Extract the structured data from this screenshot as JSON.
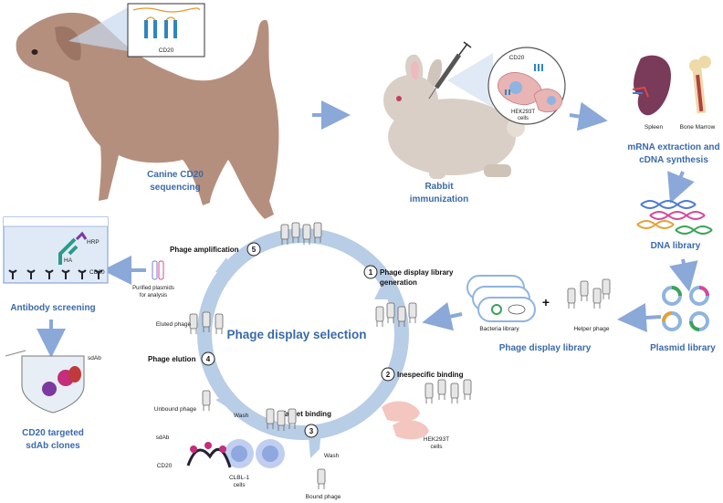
{
  "colors": {
    "title_blue": "#3a6aaa",
    "arrow_blue": "#8aa8d8",
    "cycle_blue": "#b8cde6",
    "dog": "#b58f7e",
    "rabbit": "#d9cfc6"
  },
  "top_row": {
    "cd20_inset_label": "CD20",
    "canine_line1": "Canine CD20",
    "canine_line2": "sequencing",
    "rabbit_line1": "Rabbit",
    "rabbit_line2": "immunization",
    "inset_cd20": "CD20",
    "inset_cells_line1": "HEK293T",
    "inset_cells_line2": "cells",
    "spleen": "Spleen",
    "bone_marrow": "Bone Marrow",
    "mrna_line1": "mRNA extraction and",
    "mrna_line2": "cDNA synthesis",
    "dna_library": "DNA library",
    "plasmid_library": "Plasmid library"
  },
  "middle": {
    "bacteria_library": "Bacteria library",
    "plus": "+",
    "helper_phage": "Helper phage",
    "phage_display_library": "Phage display library"
  },
  "cycle": {
    "center_title": "Phage display selection",
    "steps": [
      {
        "num": "1",
        "line1": "Phage display library",
        "line2": "generation"
      },
      {
        "num": "2",
        "line1": "Inespecific binding",
        "line2": ""
      },
      {
        "num": "3",
        "line1": "Target binding",
        "line2": ""
      },
      {
        "num": "4",
        "line1": "Phage elution",
        "line2": ""
      },
      {
        "num": "5",
        "line1": "Phage amplification",
        "line2": ""
      }
    ],
    "hek_line1": "HEK293T",
    "hek_line2": "cells",
    "wash_top": "Wash",
    "wash_bottom": "Wash",
    "unbound_phage": "Unbound phage",
    "bound_phage": "Bound phage",
    "sdab": "sdAb",
    "cd20": "CD20",
    "clbl_line1": "CLBL-1",
    "clbl_line2": "cells",
    "eluted_phage": "Eluted phage",
    "purified_line1": "Purified plasmids",
    "purified_line2": "for analysis"
  },
  "left": {
    "hrp": "HRP",
    "ha": "HA",
    "cd20": "CD20",
    "antibody_screening": "Antibody screening",
    "sdab": "sdAb",
    "clones_line1": "CD20 targeted",
    "clones_line2": "sdAb clones"
  }
}
